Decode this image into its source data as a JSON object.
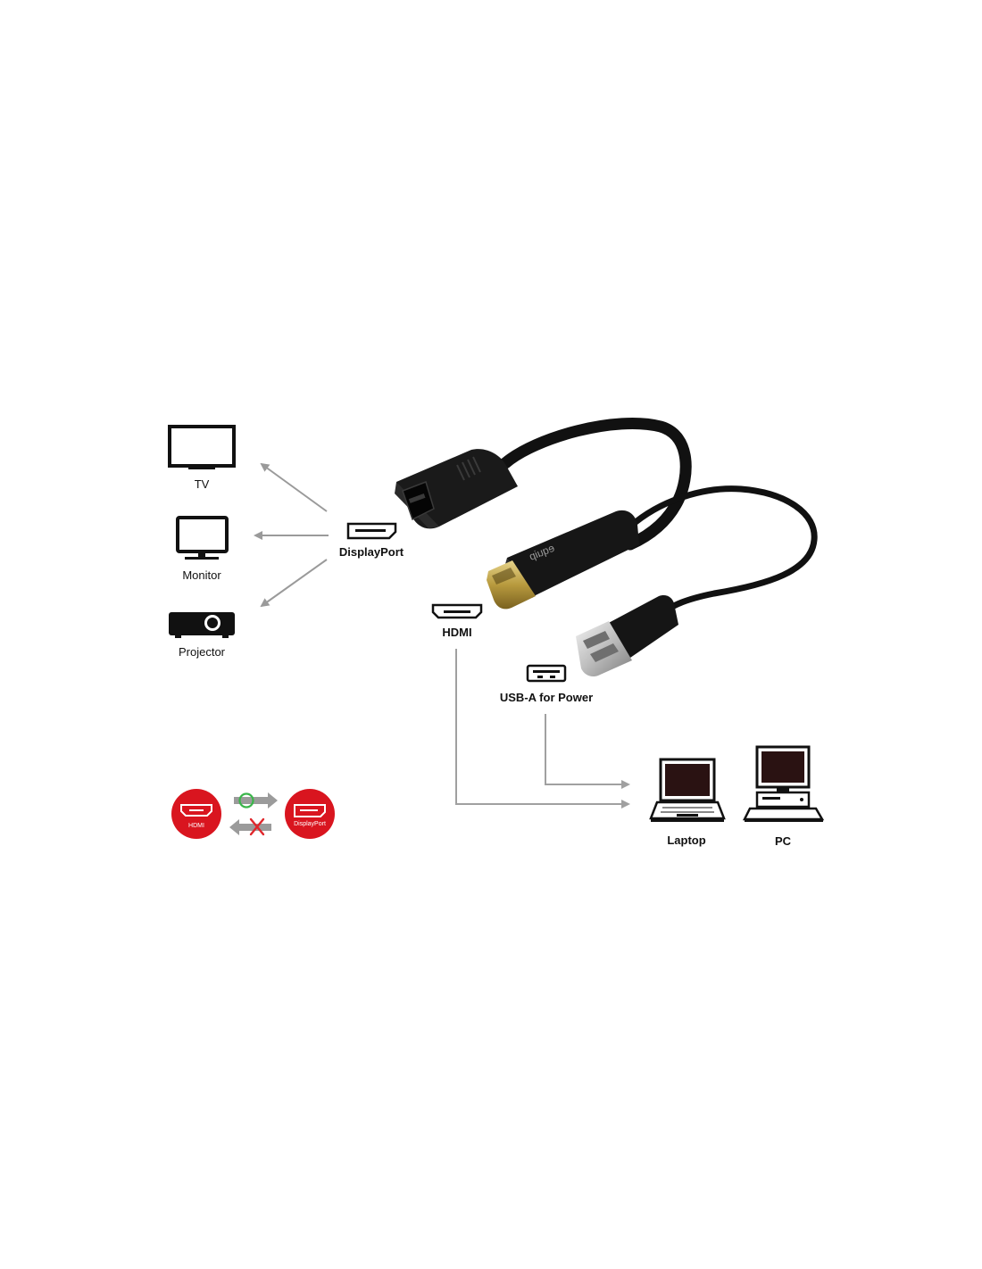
{
  "devices": {
    "tv": {
      "label": "TV",
      "icon": "tv-icon"
    },
    "monitor": {
      "label": "Monitor",
      "icon": "monitor-icon"
    },
    "projector": {
      "label": "Projector",
      "icon": "projector-icon"
    },
    "laptop": {
      "label": "Laptop",
      "icon": "laptop-icon"
    },
    "pc": {
      "label": "PC",
      "icon": "desktop-pc-icon"
    }
  },
  "ports": {
    "displayport": {
      "label": "DisplayPort",
      "icon": "displayport-port-icon"
    },
    "hdmi": {
      "label": "HDMI",
      "icon": "hdmi-port-icon"
    },
    "usb": {
      "label": "USB-A for Power",
      "icon": "usb-a-port-icon"
    }
  },
  "cable": {
    "brand": "equip",
    "icon": "hdmi-to-displayport-adapter-cable"
  },
  "direction_badge": {
    "from_label": "HDMI",
    "to_label": "DisplayPort",
    "accent_color": "#d9151f",
    "ok_color": "#3ab54a",
    "forbid_color": "#e0262b"
  },
  "colors": {
    "arrow": "#9a9a9a",
    "device": "#111111",
    "screen": "#2a1212"
  }
}
